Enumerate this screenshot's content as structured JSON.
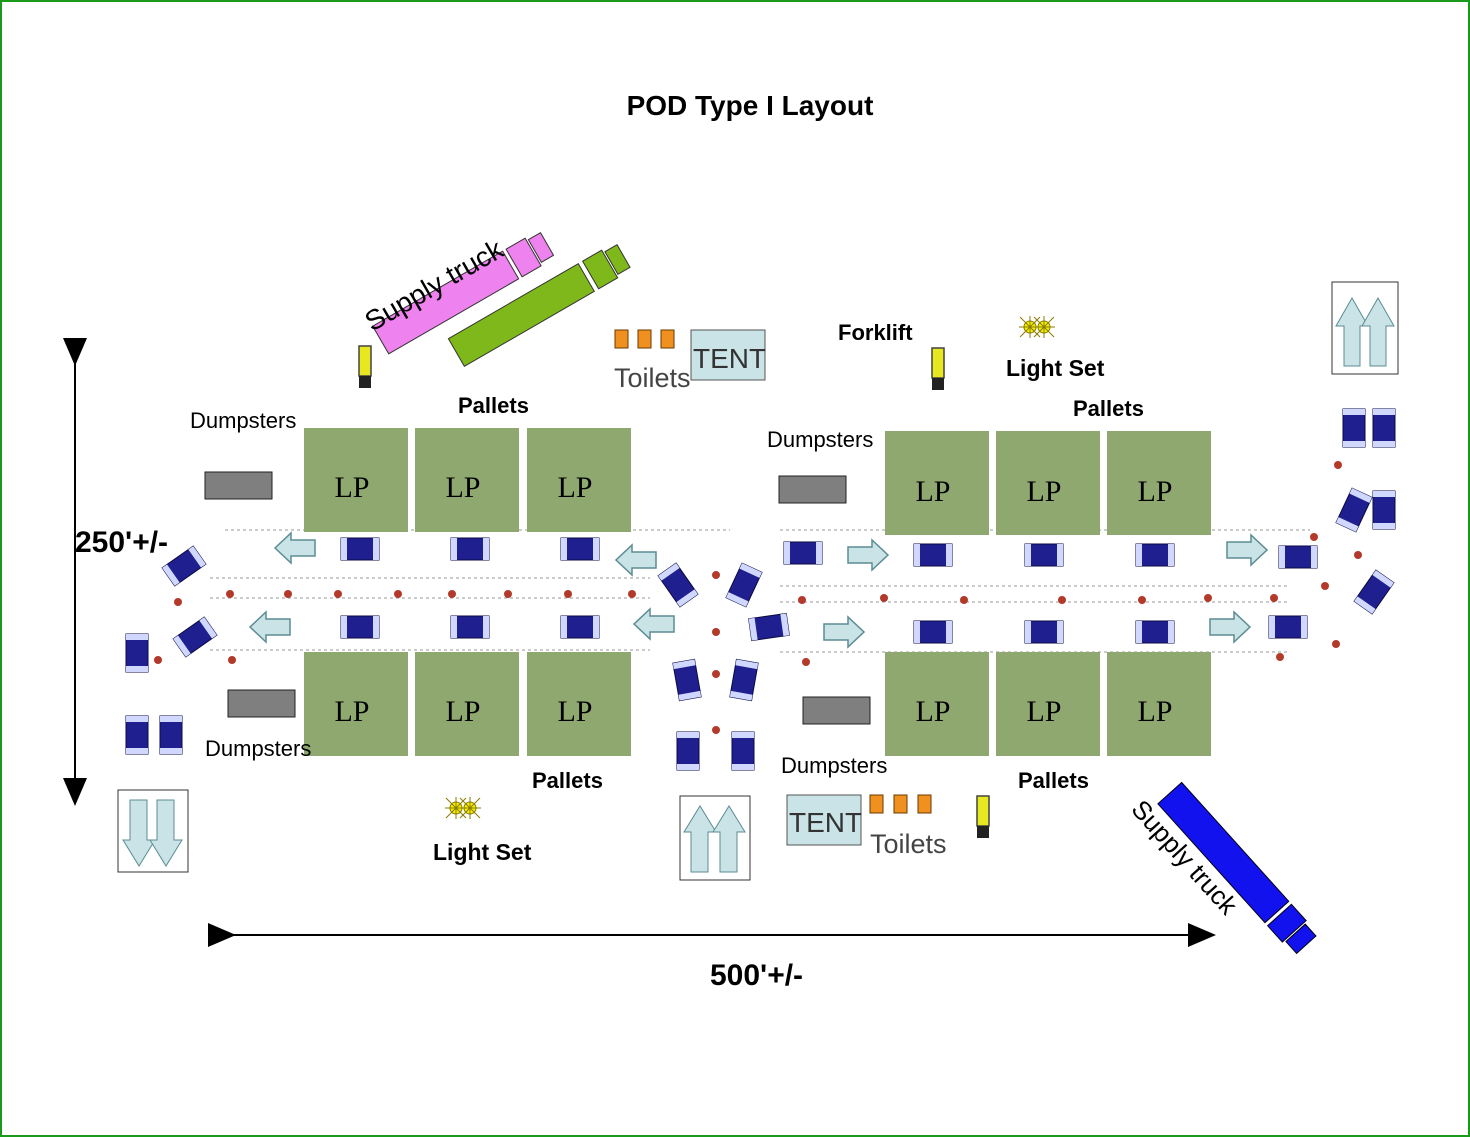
{
  "title": "POD Type I Layout",
  "labels": {
    "supply_truck_top": "Supply truck",
    "supply_truck_bottom": "Supply truck",
    "tent_top": "TENT",
    "tent_bottom": "TENT",
    "toilets_top": "Toilets",
    "toilets_bottom": "Toilets",
    "forklift": "Forklift",
    "light_set_top": "Light Set",
    "light_set_bottom": "Light Set",
    "pallets_top_left": "Pallets",
    "pallets_top_right": "Pallets",
    "pallets_bottom_left": "Pallets",
    "pallets_bottom_right": "Pallets",
    "dumpsters_top_left": "Dumpsters",
    "dumpsters_top_right": "Dumpsters",
    "dumpsters_bottom_left": "Dumpsters",
    "dumpsters_bottom_right": "Dumpsters",
    "lp": "LP",
    "dim_height": "250'+/-",
    "dim_width": "500'+/-"
  },
  "colors": {
    "border": "#1a9a1a",
    "lp_box": "#8fa870",
    "dumpster": "#7f7f7f",
    "car": "#1f1f8f",
    "arrow": "#c9e3e6",
    "cone": "#b33a2a",
    "toilet": "#f0901e",
    "tent": "#c9e3e6",
    "truck_pink": "#ee82ee",
    "truck_green": "#7fb81a",
    "truck_blue": "#1212ee",
    "forklift": "#e8e820",
    "light": "#f2f200"
  }
}
